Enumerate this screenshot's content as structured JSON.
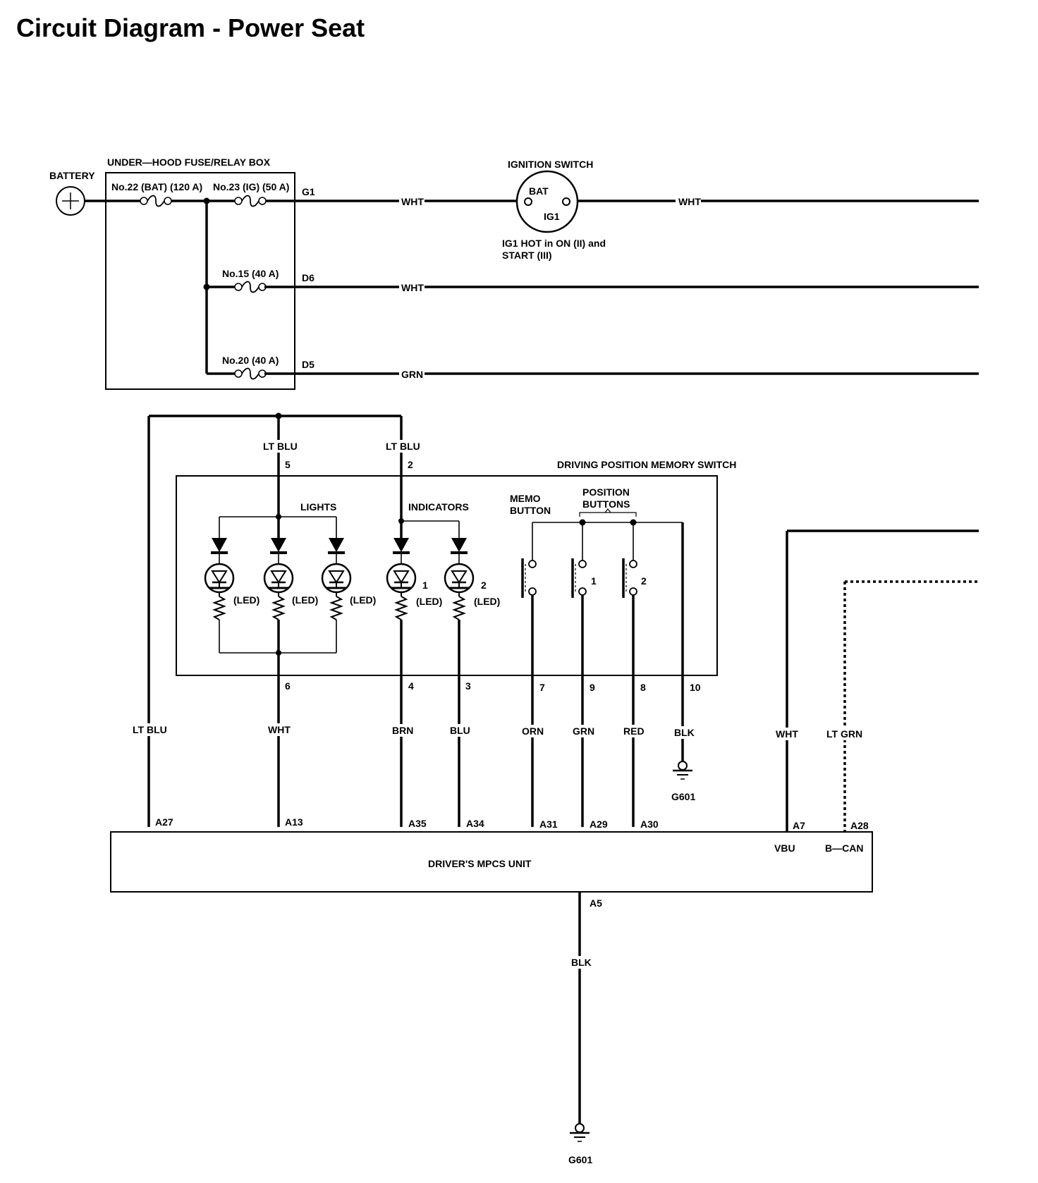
{
  "title": "Circuit Diagram - Power Seat",
  "battery": "BATTERY",
  "fuse_box": {
    "label": "UNDER—HOOD FUSE/RELAY BOX",
    "fuse22": "No.22 (BAT) (120 A)",
    "fuse23": "No.23 (IG) (50 A)",
    "fuse15": "No.15 (40 A)",
    "fuse20": "No.20 (40 A)",
    "pin_g1": "G1",
    "pin_d6": "D6",
    "pin_d5": "D5"
  },
  "ignition": {
    "label": "IGNITION SWITCH",
    "bat": "BAT",
    "ig1": "IG1",
    "note1": "IG1 HOT in ON (II) and",
    "note2": "START (III)"
  },
  "wires": {
    "wht": "WHT",
    "grn": "GRN",
    "lt_blu": "LT BLU",
    "brn": "BRN",
    "blu": "BLU",
    "orn": "ORN",
    "red": "RED",
    "blk": "BLK",
    "lt_grn": "LT GRN"
  },
  "memory_switch": {
    "label": "DRIVING POSITION MEMORY SWITCH",
    "lights": "LIGHTS",
    "indicators": "INDICATORS",
    "memo_button": [
      "MEMO",
      "BUTTON"
    ],
    "position_buttons": [
      "POSITION",
      "BUTTONS"
    ],
    "led": "(LED)",
    "num_1": "1",
    "num_2": "2",
    "pins": {
      "p5": "5",
      "p2": "2",
      "p6": "6",
      "p4": "4",
      "p3": "3",
      "p7": "7",
      "p9": "9",
      "p8": "8",
      "p10": "10"
    }
  },
  "mpcs": {
    "label": "DRIVER'S MPCS UNIT",
    "vbu": "VBU",
    "bcan": "B—CAN",
    "pins": {
      "a27": "A27",
      "a13": "A13",
      "a35": "A35",
      "a34": "A34",
      "a31": "A31",
      "a29": "A29",
      "a30": "A30",
      "a7": "A7",
      "a28": "A28",
      "a5": "A5"
    }
  },
  "ground": "G601"
}
